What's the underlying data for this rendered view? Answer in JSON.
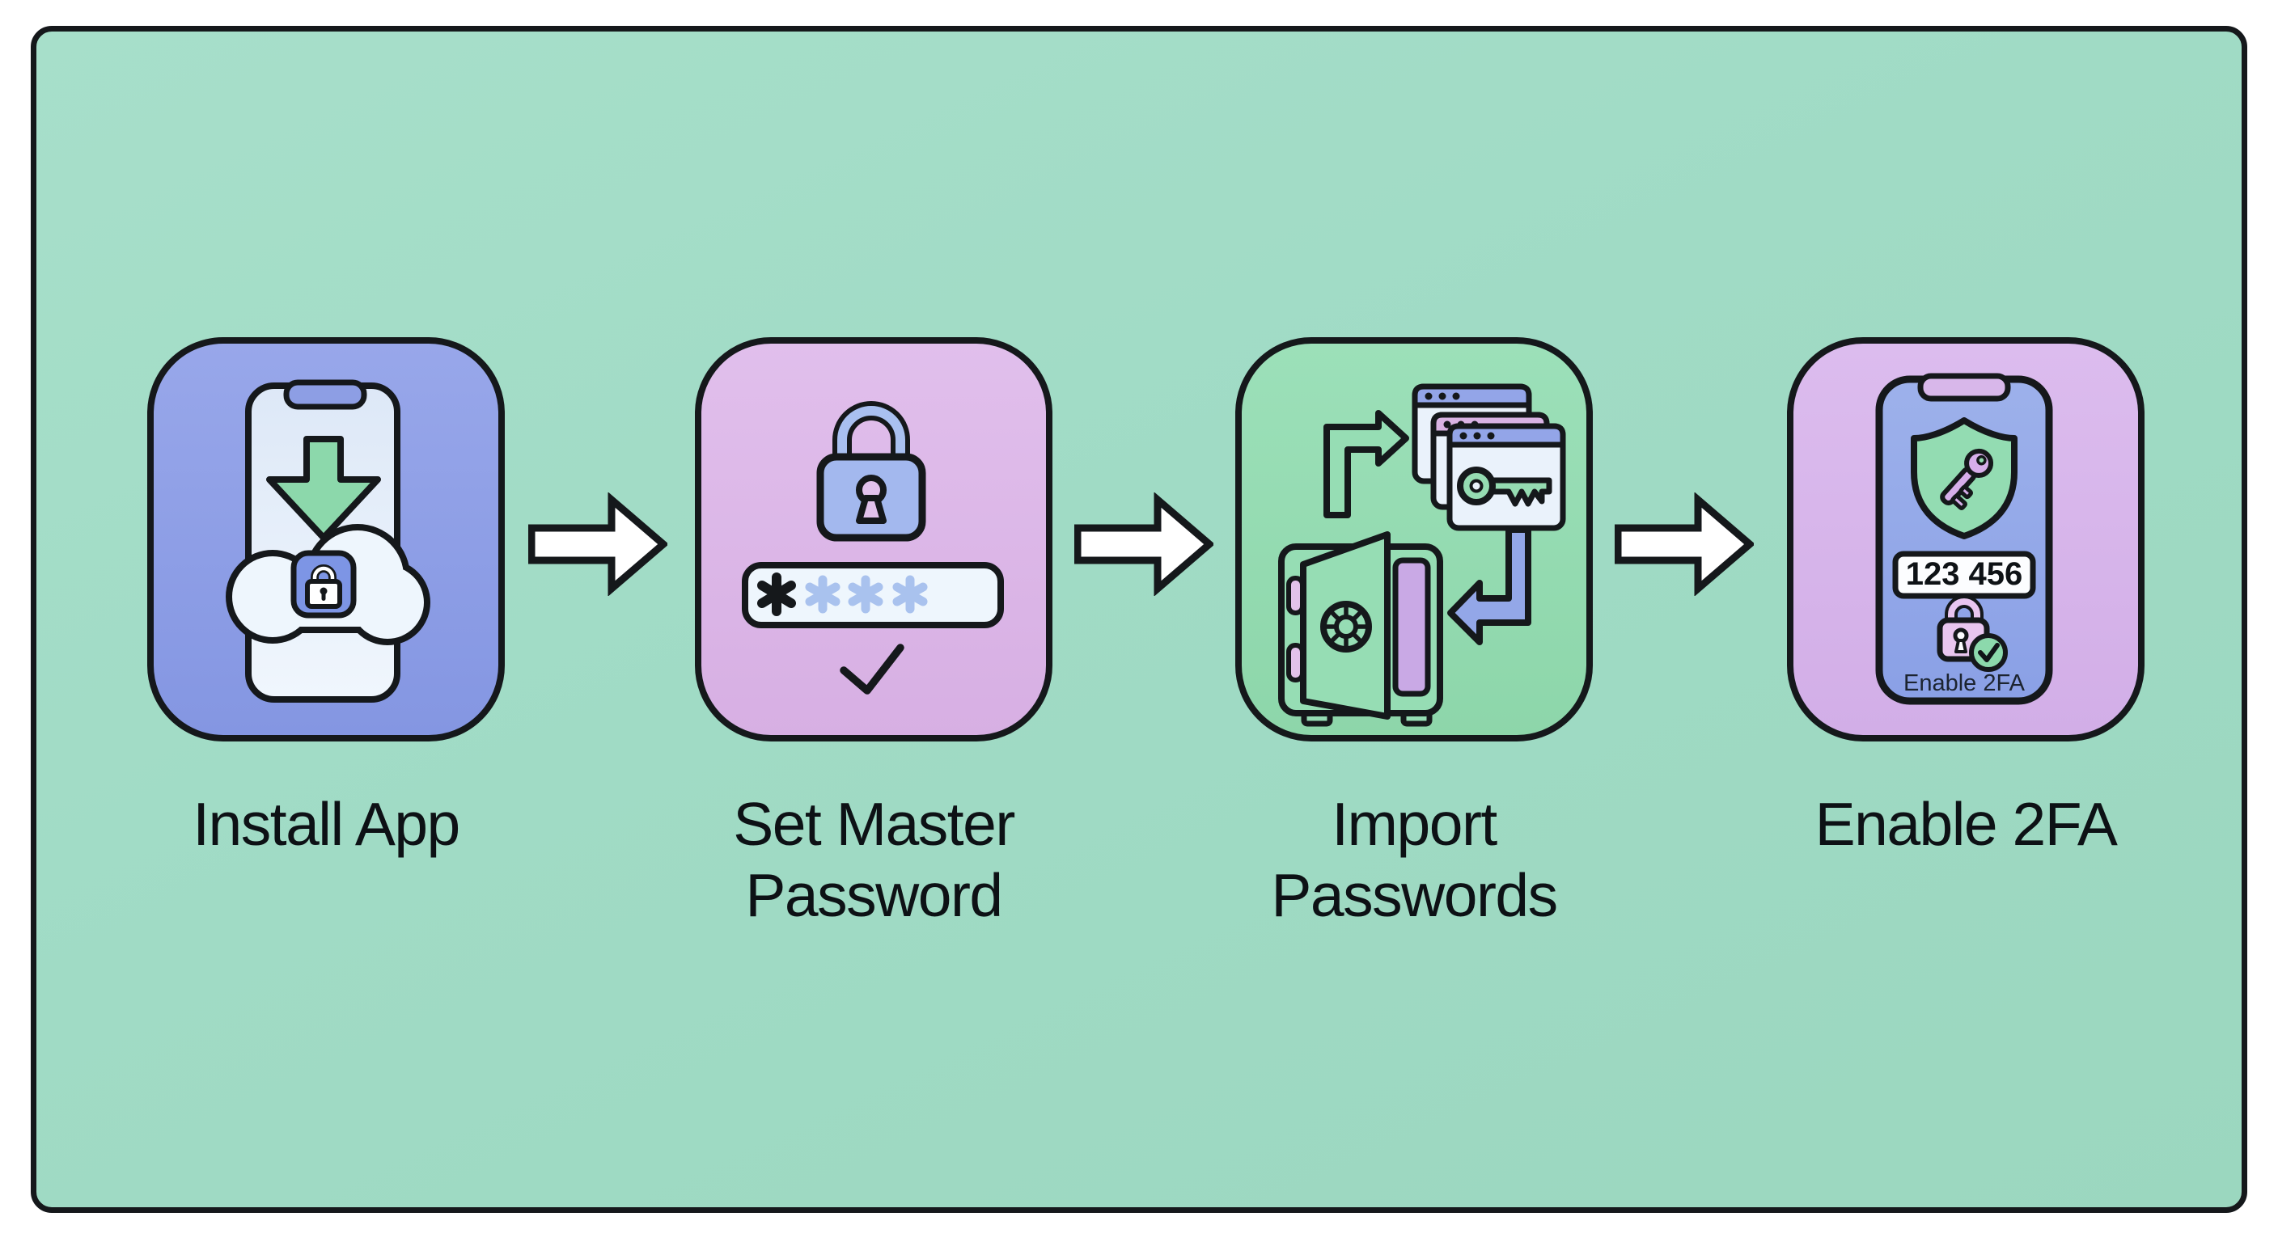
{
  "frame": {
    "outer_background": "#ffffff",
    "background": "#a0dbc5",
    "border_color": "#15181b"
  },
  "steps": [
    {
      "key": "install-app",
      "lines": [
        "Install App"
      ],
      "card_color": "#8f9fe5",
      "icon": "phone-cloud-download-lock-icon"
    },
    {
      "key": "set-master-password",
      "lines": [
        "Set Master",
        "Password"
      ],
      "card_color": "#dcb8e8",
      "icon": "padlock-password-field-check-icon",
      "password_mask": "****"
    },
    {
      "key": "import-passwords",
      "lines": [
        "Import",
        "Passwords"
      ],
      "card_color": "#96dcb3",
      "icon": "vault-browser-windows-transfer-icon"
    },
    {
      "key": "enable-2fa",
      "lines": [
        "Enable 2FA"
      ],
      "card_color": "#d7b6ea",
      "icon": "phone-shield-key-otp-icon",
      "screen": {
        "code": "123 456",
        "button_label": "Enable 2FA"
      }
    }
  ],
  "connectors": {
    "count": 3,
    "direction": "right",
    "fill": "#ffffff",
    "outline": "#15181b"
  },
  "palette": {
    "ink": "#15181b",
    "periwinkle": "#93a7e8",
    "pink": "#ddb3e5",
    "green": "#8cd8ab",
    "light_panel": "#eef6fd",
    "purple_key": "#d6aeea"
  }
}
